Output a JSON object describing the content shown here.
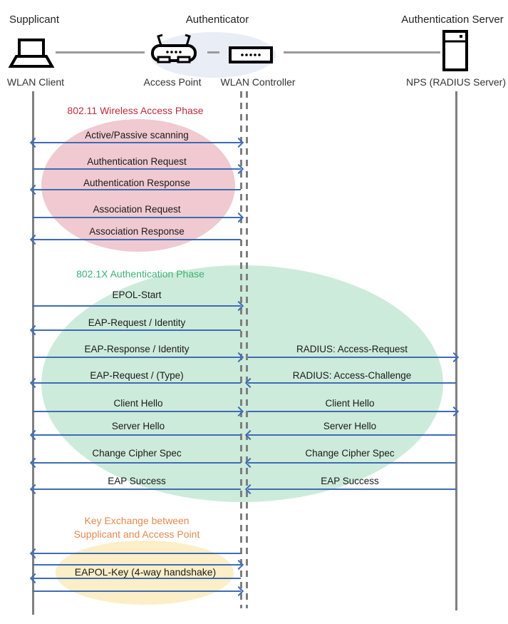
{
  "header": {
    "roles": [
      {
        "label": "Supplicant"
      },
      {
        "label": "Authenticator"
      },
      {
        "label": "Authentication Server"
      }
    ],
    "nodes": [
      {
        "label": "WLAN Client",
        "icon": "laptop-icon"
      },
      {
        "label": "Access Point",
        "icon": "access-point-icon"
      },
      {
        "label": "WLAN Controller",
        "icon": "wlan-controller-icon"
      },
      {
        "label": "NPS (RADIUS Server)",
        "icon": "server-icon"
      }
    ]
  },
  "phases": [
    {
      "title": "802.11 Wireless Access Phase"
    },
    {
      "title": "802.1X Authentication Phase"
    },
    {
      "lines": [
        "Key Exchange between",
        "Supplicant and Access Point"
      ]
    }
  ],
  "messages": {
    "scanning": "Active/Passive scanning",
    "auth_request": "Authentication Request",
    "auth_response": "Authentication Response",
    "assoc_request": "Association Request",
    "assoc_response": "Association Response",
    "epol_start": "EPOL-Start",
    "eap_request_identity": "EAP-Request / Identity",
    "eap_response_identity": "EAP-Response / Identity",
    "eap_request_type": "EAP-Request / (Type)",
    "radius_access_request": "RADIUS: Access-Request",
    "radius_access_challenge": "RADIUS: Access-Challenge",
    "client_hello": "Client Hello",
    "server_hello": "Server Hello",
    "change_cipher_spec": "Change Cipher Spec",
    "eap_success": "EAP Success",
    "eapol_key": "EAPOL-Key (4-way handshake)"
  },
  "colors": {
    "arrow": "#3E6CB5",
    "lifeline": "#7F7F7F",
    "connector": "#9B9B9B",
    "phase1": "#BD2B3D",
    "phase2": "#3BB273",
    "phase3": "#E08A50",
    "ellipse1": "#F0CAD0",
    "ellipse2": "#CDEBDA",
    "ellipse3": "#FCEEC6",
    "ellipse_header": "#E9EDF6",
    "text": "#1A1A1A"
  }
}
